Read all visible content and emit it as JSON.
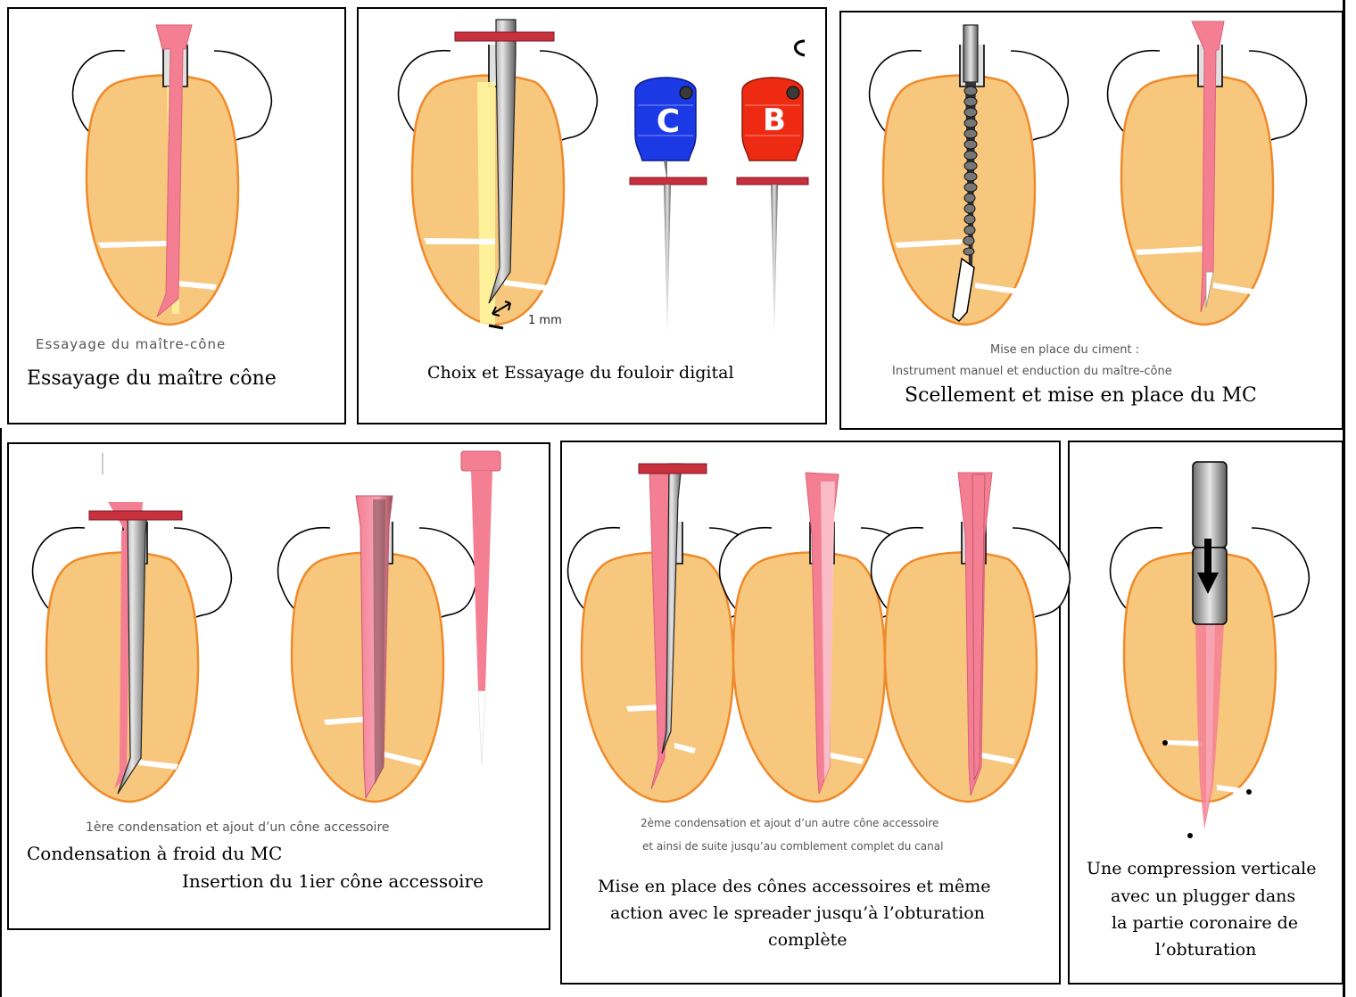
{
  "panels": {
    "p1": {
      "label": "Essayage du maître-cône",
      "caption": "Essayage du maître cône"
    },
    "p2": {
      "caption": "Choix et Essayage du fouloir digital",
      "measure": "1 mm",
      "spreader_c_letter": "C",
      "spreader_b_letter": "B"
    },
    "p3": {
      "label_line1": "Mise en place du ciment :",
      "label_line2": "Instrument manuel et enduction du maître-cône",
      "caption": "Scellement et mise en place du  MC"
    },
    "p4": {
      "label": "1ère condensation et ajout d’un cône accessoire",
      "caption_line1": "Condensation à froid  du MC",
      "caption_line2": "Insertion du 1ier cône accessoire"
    },
    "p5": {
      "label_line1": "2ème condensation et ajout d’un autre cône accessoire",
      "label_line2": "et ainsi de suite jusqu’au comblement complet du canal",
      "caption_line1": "Mise en place des cônes accessoires et même",
      "caption_line2": "action avec le spreader jusqu’à l’obturation",
      "caption_line3": "complète"
    },
    "p6": {
      "caption_line1": "Une compression verticale",
      "caption_line2": "avec un plugger  dans",
      "caption_line3": "la partie coronaire de",
      "caption_line4": "l’obturation"
    }
  },
  "colors": {
    "tooth_fill": "#f8c77e",
    "tooth_outline": "#ef8a2a",
    "gutta_percha": "#f47f93",
    "stop_bar": "#c8303e",
    "handle_c": "#1c39e6",
    "handle_b": "#ee2a12",
    "instrument": "#9a9a9a"
  }
}
